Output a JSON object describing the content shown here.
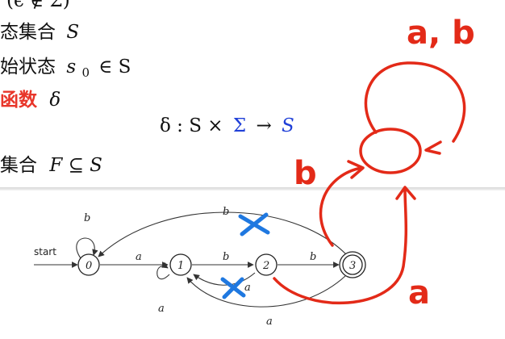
{
  "definition": {
    "line1": "(ϵ ∉ Σ)",
    "line2_zh": "态集合",
    "line2_sym": "S",
    "line3_zh": "始状态",
    "line3_sym": "s",
    "line3_sub": "0",
    "line3_rest": "∈ S",
    "line4_zh": "函数",
    "line4_sym": "δ",
    "formula_pre": "δ : S ×",
    "formula_sigma": "Σ",
    "formula_arrow": "→",
    "formula_s": "S",
    "line6_zh": "集合",
    "line6_sym": "F ⊆ S"
  },
  "diagram": {
    "start_label": "start",
    "states": [
      "0",
      "1",
      "2",
      "3"
    ],
    "labels": {
      "self0": "b",
      "e01": "a",
      "e12": "b",
      "e23": "b",
      "e30": "b",
      "e21": "a",
      "self1": "a",
      "e31": "a"
    }
  },
  "annotations": {
    "ab": "a, b",
    "b": "b",
    "a": "a"
  },
  "colors": {
    "ink_red": "#e32a18",
    "cross_blue": "#1f78e0",
    "text_red": "#e8362a",
    "text_blue": "#2040d8"
  }
}
